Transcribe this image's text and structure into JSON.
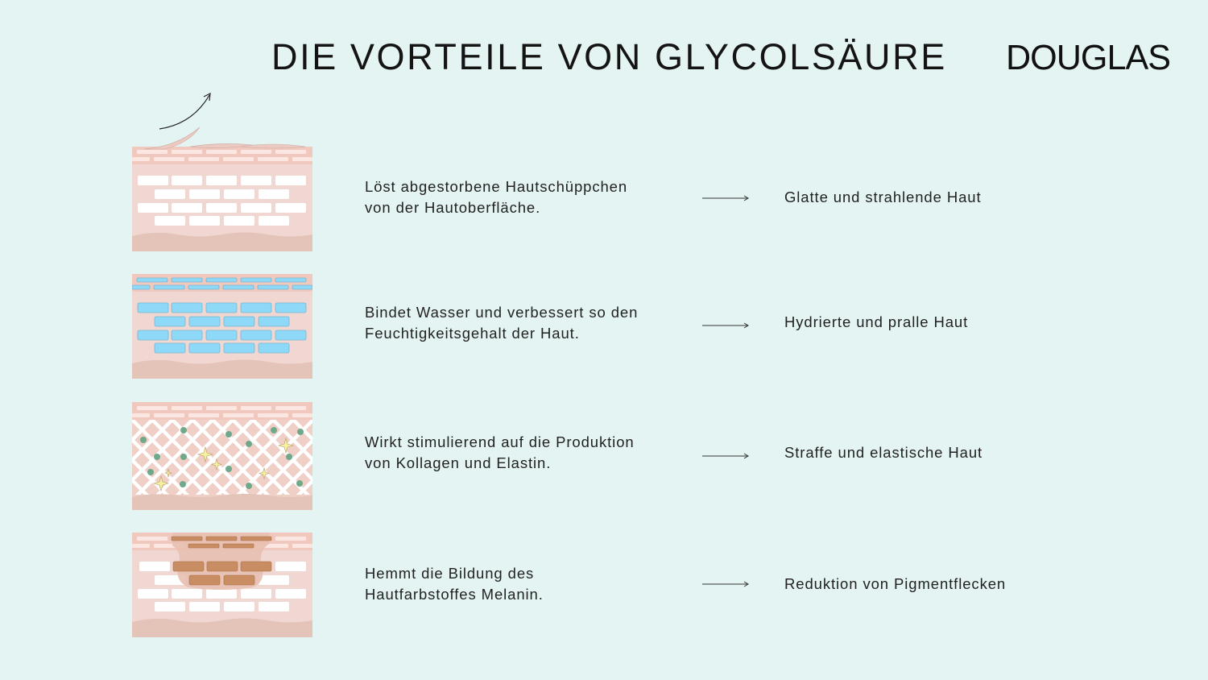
{
  "header": {
    "title": "DIE VORTEILE VON GLYCOLSÄURE",
    "logo": "DOUGLAS"
  },
  "colors": {
    "background": "#e4f4f3",
    "skin_base": "#f0d7d1",
    "skin_top_layer": "#f1c8bd",
    "skin_bottom_layer": "#e4c3b9",
    "cell_white": "#ffffff",
    "water_blue": "#8ed8f8",
    "collagen_green": "#6fa88a",
    "sparkle_yellow": "#f7f0a2",
    "melanin_brown": "#c98d63"
  },
  "benefits": [
    {
      "illustration": "exfoliation-skin-icon",
      "description_line1": "Löst abgestorbene Hautschüppchen",
      "description_line2": "von der Hautoberfläche.",
      "arrow": "arrow-right-icon",
      "result": "Glatte und strahlende Haut"
    },
    {
      "illustration": "hydration-skin-icon",
      "description_line1": "Bindet Wasser und verbessert so den",
      "description_line2": "Feuchtigkeitsgehalt der Haut.",
      "arrow": "arrow-right-icon",
      "result": "Hydrierte und pralle Haut"
    },
    {
      "illustration": "collagen-skin-icon",
      "description_line1": "Wirkt stimulierend auf die Produktion",
      "description_line2": "von Kollagen und Elastin.",
      "arrow": "arrow-right-icon",
      "result": "Straffe und elastische Haut"
    },
    {
      "illustration": "pigmentation-skin-icon",
      "description_line1": "Hemmt die Bildung des",
      "description_line2": "Hautfarbstoffes Melanin.",
      "arrow": "arrow-right-icon",
      "result": "Reduktion von Pigmentflecken"
    }
  ]
}
